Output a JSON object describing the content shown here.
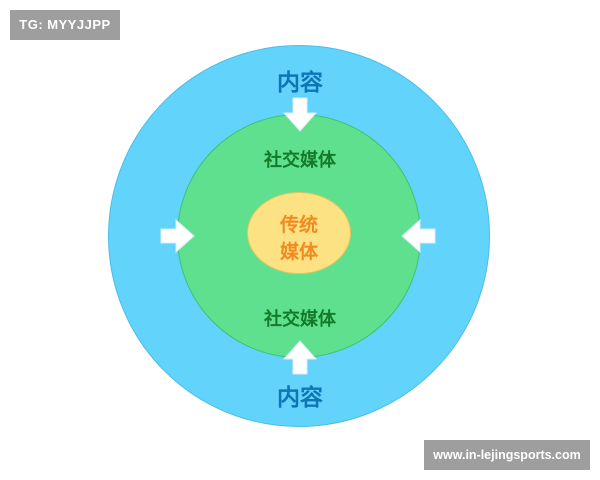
{
  "watermark": {
    "tag": "TG: MYYJJPP",
    "url": "www.in-lejingsports.com"
  },
  "diagram": {
    "outer_ring": {
      "top_label": "内容",
      "bottom_label": "内容",
      "color": "#62d3fb"
    },
    "middle_ring": {
      "top_label": "社交媒体",
      "bottom_label": "社交媒体",
      "color": "#5fe08e"
    },
    "core": {
      "line1": "传统",
      "line2": "媒体",
      "color": "#fce283"
    },
    "arrows": [
      "arrow-down-icon",
      "arrow-up-icon",
      "arrow-right-icon",
      "arrow-left-icon"
    ]
  }
}
